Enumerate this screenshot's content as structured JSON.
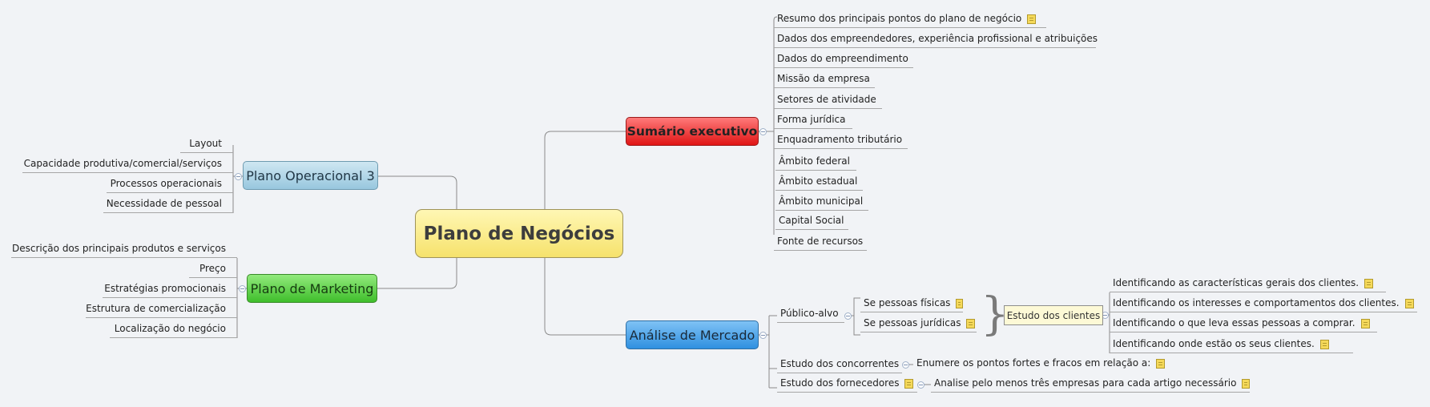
{
  "central_topic": "Plano de Negócios",
  "branches": {
    "sumario": {
      "label": "Sumário executivo",
      "color": "#e01515",
      "items": [
        "Resumo dos principais pontos do plano de negócio",
        "Dados dos empreendedores, experiência profissional e atribuições",
        "Dados do empreendimento",
        "Missão da empresa",
        "Setores de atividade",
        "Forma jurídica",
        "Enquadramento tributário",
        "Âmbito federal",
        "Âmbito estadual",
        "Âmbito municipal",
        "Capital Social",
        "Fonte de recursos"
      ]
    },
    "analise": {
      "label": "Análise de Mercado",
      "color": "#2f90e0",
      "publico_alvo": "Público-alvo",
      "pessoas_fisicas": "Se pessoas físicas",
      "pessoas_juridicas": "Se pessoas jurídicas",
      "estudo_clientes": "Estudo dos clientes",
      "clientes_items": [
        "Identificando as características gerais dos clientes.",
        "Identificando os interesses e comportamentos dos clientes.",
        "Identificando o que leva essas pessoas a comprar.",
        "Identificando onde estão os seus clientes."
      ],
      "concorrentes": "Estudo dos concorrentes",
      "concorrentes_note": "Enumere os pontos fortes e fracos em relação a:",
      "fornecedores": "Estudo dos fornecedores",
      "fornecedores_note": "Analise pelo menos três empresas para cada artigo necessário"
    },
    "operacional": {
      "label": "Plano Operacional 3",
      "color": "#98c7de",
      "items": [
        "Layout",
        "Capacidade produtiva/comercial/serviços",
        "Processos operacionais",
        "Necessidade de pessoal"
      ]
    },
    "marketing": {
      "label": "Plano de Marketing",
      "color": "#3fbe2b",
      "items": [
        "Descrição dos principais produtos e serviços",
        "Preço",
        "Estratégias promocionais",
        "Estrutura de comercialização",
        "Localização do negócio"
      ]
    }
  },
  "icons": {
    "note": "note-icon",
    "collapse": "collapse-toggle-icon"
  }
}
